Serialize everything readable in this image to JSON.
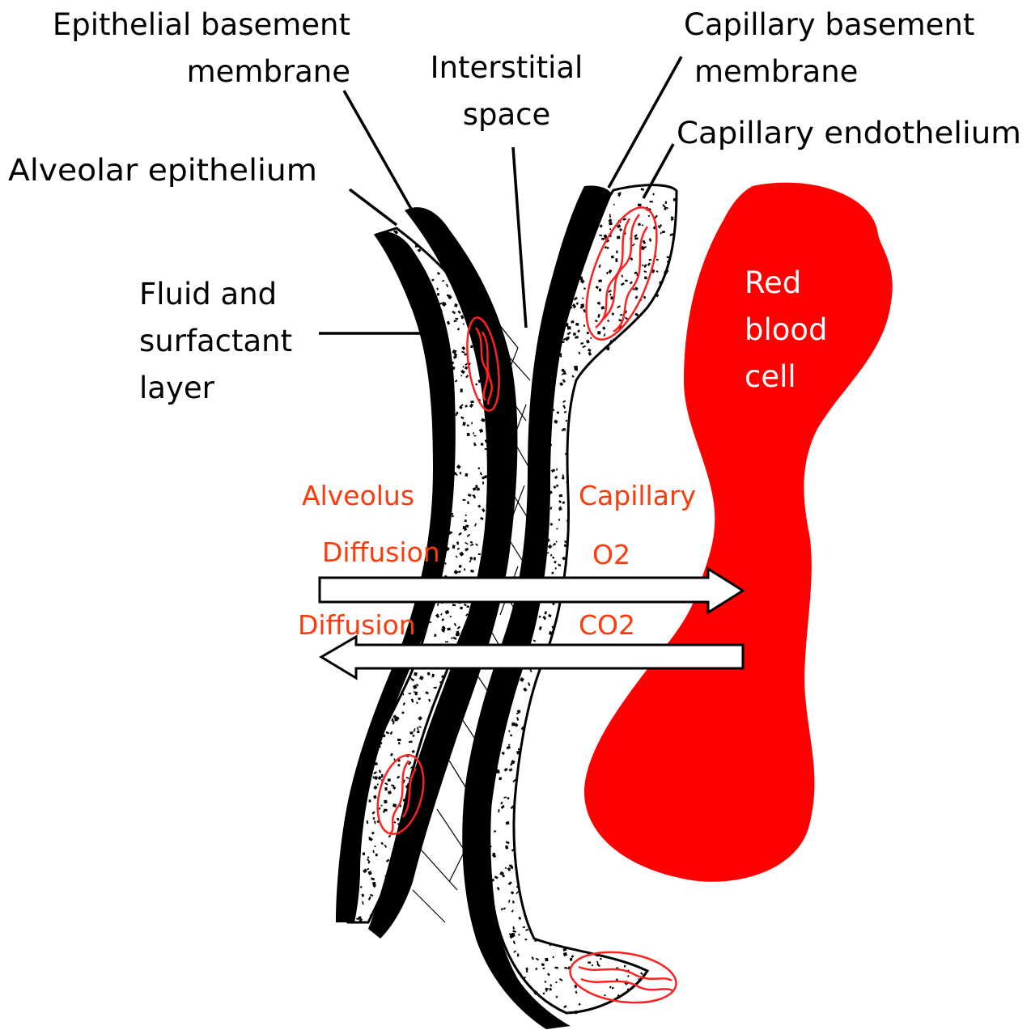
{
  "labels": {
    "epithelial_basement_membrane": [
      "Epithelial basement",
      "membrane"
    ],
    "interstitial_space": [
      "Interstitial",
      "space"
    ],
    "capillary_basement_membrane": [
      "Capillary basement",
      "membrane"
    ],
    "capillary_endothelium": "Capillary endothelium",
    "alveolar_epithelium": "Alveolar epithelium",
    "fluid_surfactant_layer": [
      "Fluid and",
      "surfactant",
      "layer"
    ],
    "red_blood_cell": [
      "Red",
      "blood",
      "cell"
    ],
    "alveolus": "Alveolus",
    "capillary": "Capillary",
    "diffusion_o2": "Diffusion",
    "o2": "O2",
    "diffusion_co2": "Diffusion",
    "co2": "CO2"
  },
  "colors": {
    "membrane": "#000000",
    "cell_body": "#ff0000",
    "red_text": "#ff3a0a",
    "arrow_fill": "#ffffff"
  }
}
